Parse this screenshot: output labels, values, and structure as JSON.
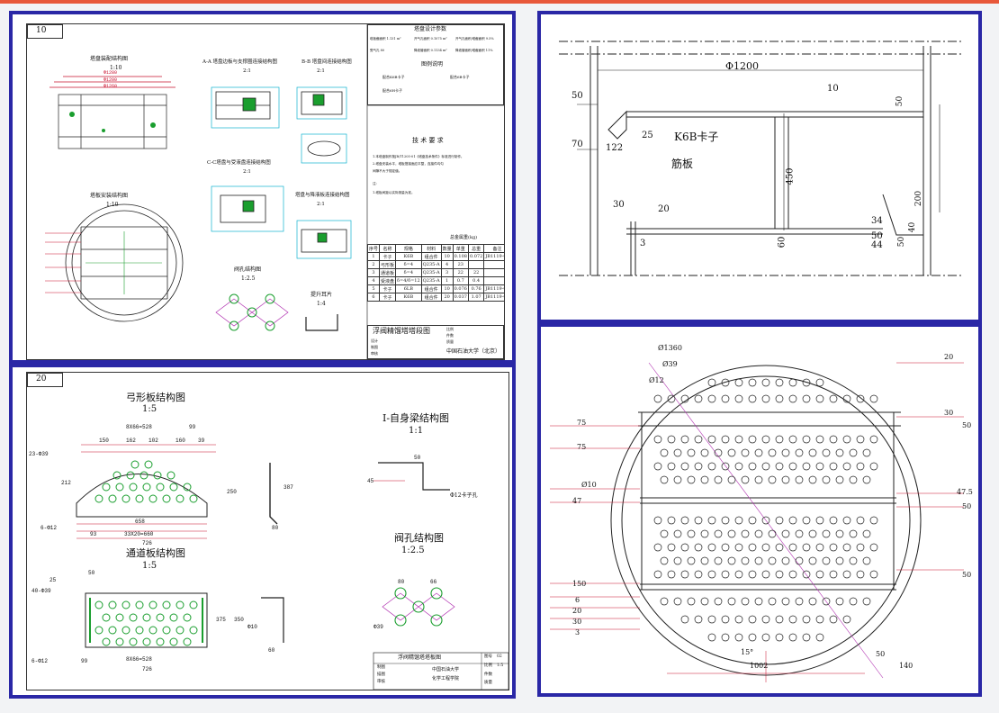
{
  "colors": {
    "frame": "#2a27a6",
    "accent": "#e8583a",
    "dim": "#c8102e",
    "green": "#1a9e2e",
    "cyan": "#10b3d0",
    "purple": "#b02fb0"
  },
  "sheet1": {
    "number": "10",
    "views": {
      "top_view": {
        "title": "塔盘装配结构图",
        "scale": "1:10"
      },
      "aa": {
        "title": "A-A 塔盘边板与支撑圈连接结构图",
        "scale": "2:1"
      },
      "bb": {
        "title": "B-B 塔盘间连接结构图",
        "scale": "2:1"
      },
      "tray_install": {
        "title": "塔板安装结构图",
        "scale": "1:10"
      },
      "cc": {
        "title": "C-C塔盘与受液盘连接结构图",
        "scale": "2:1"
      },
      "tray_seal": {
        "title": "塔盘与降液板连接结构图",
        "scale": "2:1"
      },
      "valve_hole": {
        "title": "阀孔结构图",
        "scale": "1:2.5"
      },
      "lift_ear": {
        "title": "提升耳片",
        "scale": "1:4"
      }
    },
    "design_params": {
      "title": "塔盘设计参数",
      "cells": [
        "塔板截面积 1.131 m²",
        "开气孔面积 0.1075 m²",
        "开气孔面积/塔截面积 9.5%",
        "受气孔 80",
        "降液管面积 0.1134 m²",
        "降液管面积/塔截面积 11%"
      ]
    },
    "legend": {
      "title": "图例说明",
      "items": [
        "配合K6B卡子",
        "配合6B卡子",
        "配合6H卡子"
      ]
    },
    "tech": {
      "title": "技 术 要 求",
      "lines": [
        "1.本塔盘制作按JB/T1205-01《塔盘技术条件》标准进行制作。",
        "2.塔盘安装水平，塔板搭接面应平整，连接件均匀",
        "  间隙不大于规定值。",
        "注:",
        "1.塔板间距以实际测量为准。"
      ]
    },
    "bom": {
      "title": "总金属重(kg)",
      "headers": [
        "序号",
        "名称",
        "规格",
        "材料",
        "数量",
        "单重",
        "总重",
        "备注"
      ],
      "rows": [
        [
          "1",
          "卡子",
          "K6B",
          "组合件",
          "10",
          "0.108",
          "0.072",
          "JB1119-01"
        ],
        [
          "2",
          "弓形板",
          "δ=4",
          "Q235-A",
          "4",
          "23",
          "",
          ""
        ],
        [
          "3",
          "通道板",
          "δ=4",
          "Q235-A",
          "3",
          "22",
          "22",
          ""
        ],
        [
          "4",
          "受液盘",
          "δ=4/δ=12",
          "Q235-A",
          "1",
          "0.7",
          "0.4",
          ""
        ],
        [
          "5",
          "卡子",
          "6LB",
          "组合件",
          "10",
          "0.076",
          "0.76",
          "JB1119-01"
        ],
        [
          "6",
          "卡子",
          "K6B",
          "组合件",
          "20",
          "0.037",
          "1.07",
          "JB1119-01"
        ]
      ]
    },
    "title_block": {
      "name": "浮阀精馏塔塔段图",
      "school": "中国石油大学（北京）",
      "rows": [
        "设计",
        "制图",
        "审核"
      ],
      "meta": [
        "比例",
        "件数",
        "质量"
      ]
    },
    "dims": {
      "d1": "Φ1280",
      "d2": "Φ1200",
      "d3": "Φ1260"
    }
  },
  "sheet2": {
    "number": "20",
    "views": {
      "arc_plate": {
        "title": "弓形板结构图",
        "scale": "1:5"
      },
      "beam": {
        "title": "I-自身梁结构图",
        "scale": "1:1"
      },
      "pass_plate": {
        "title": "通道板结构图",
        "scale": "1:5"
      },
      "valve_hole": {
        "title": "阀孔结构图",
        "scale": "1:2.5"
      }
    },
    "arc_dims": {
      "top": "8X66=528",
      "a": "99",
      "b": "150",
      "c": "162",
      "d": "102",
      "e": "160",
      "f": "39",
      "g": "23-Φ39",
      "h": "6-Φ12",
      "i": "93",
      "j": "658",
      "k": "33X20=660",
      "l": "726",
      "m": "250",
      "n": "212"
    },
    "beam_dims": {
      "a": "80",
      "b": "387",
      "c": "Φ12卡子孔",
      "d": "45",
      "e": "50"
    },
    "pass_dims": {
      "a": "25",
      "b": "40-Φ39",
      "c": "50",
      "d": "8X66=528",
      "e": "6-Φ12",
      "f": "99",
      "g": "726",
      "h": "375",
      "i": "350",
      "j": "60",
      "k": "Φ10"
    },
    "valve_dims": {
      "a": "80",
      "b": "66",
      "c": "Φ39"
    },
    "title_block": {
      "name": "浮阀精馏塔塔板图",
      "school": "中国石油大学",
      "dept": "化学工程学院",
      "rows": [
        "制图",
        "描图",
        "审核"
      ],
      "meta": [
        "图号",
        "比例",
        "件数",
        "质量"
      ],
      "values": [
        "02",
        "1:5",
        "",
        ""
      ]
    }
  },
  "section": {
    "dims": [
      "Φ1200",
      "10",
      "50",
      "70",
      "122",
      "25",
      "450",
      "30",
      "20",
      "3",
      "60",
      "34",
      "50",
      "44",
      "50",
      "40",
      "50",
      "200"
    ],
    "labels": {
      "clip": "K6B卡子",
      "plate": "筋板"
    }
  },
  "plan": {
    "dims_left": [
      "75",
      "75",
      "Ø10",
      "47",
      "150",
      "6",
      "20",
      "30",
      "3"
    ],
    "dims_right": [
      "20",
      "30",
      "50",
      "47.5",
      "50",
      "50"
    ],
    "dims_top": [
      "Ø1360",
      "Ø39",
      "Ø12"
    ],
    "dims_bottom": [
      "15°",
      "1002",
      "50",
      "140"
    ]
  }
}
